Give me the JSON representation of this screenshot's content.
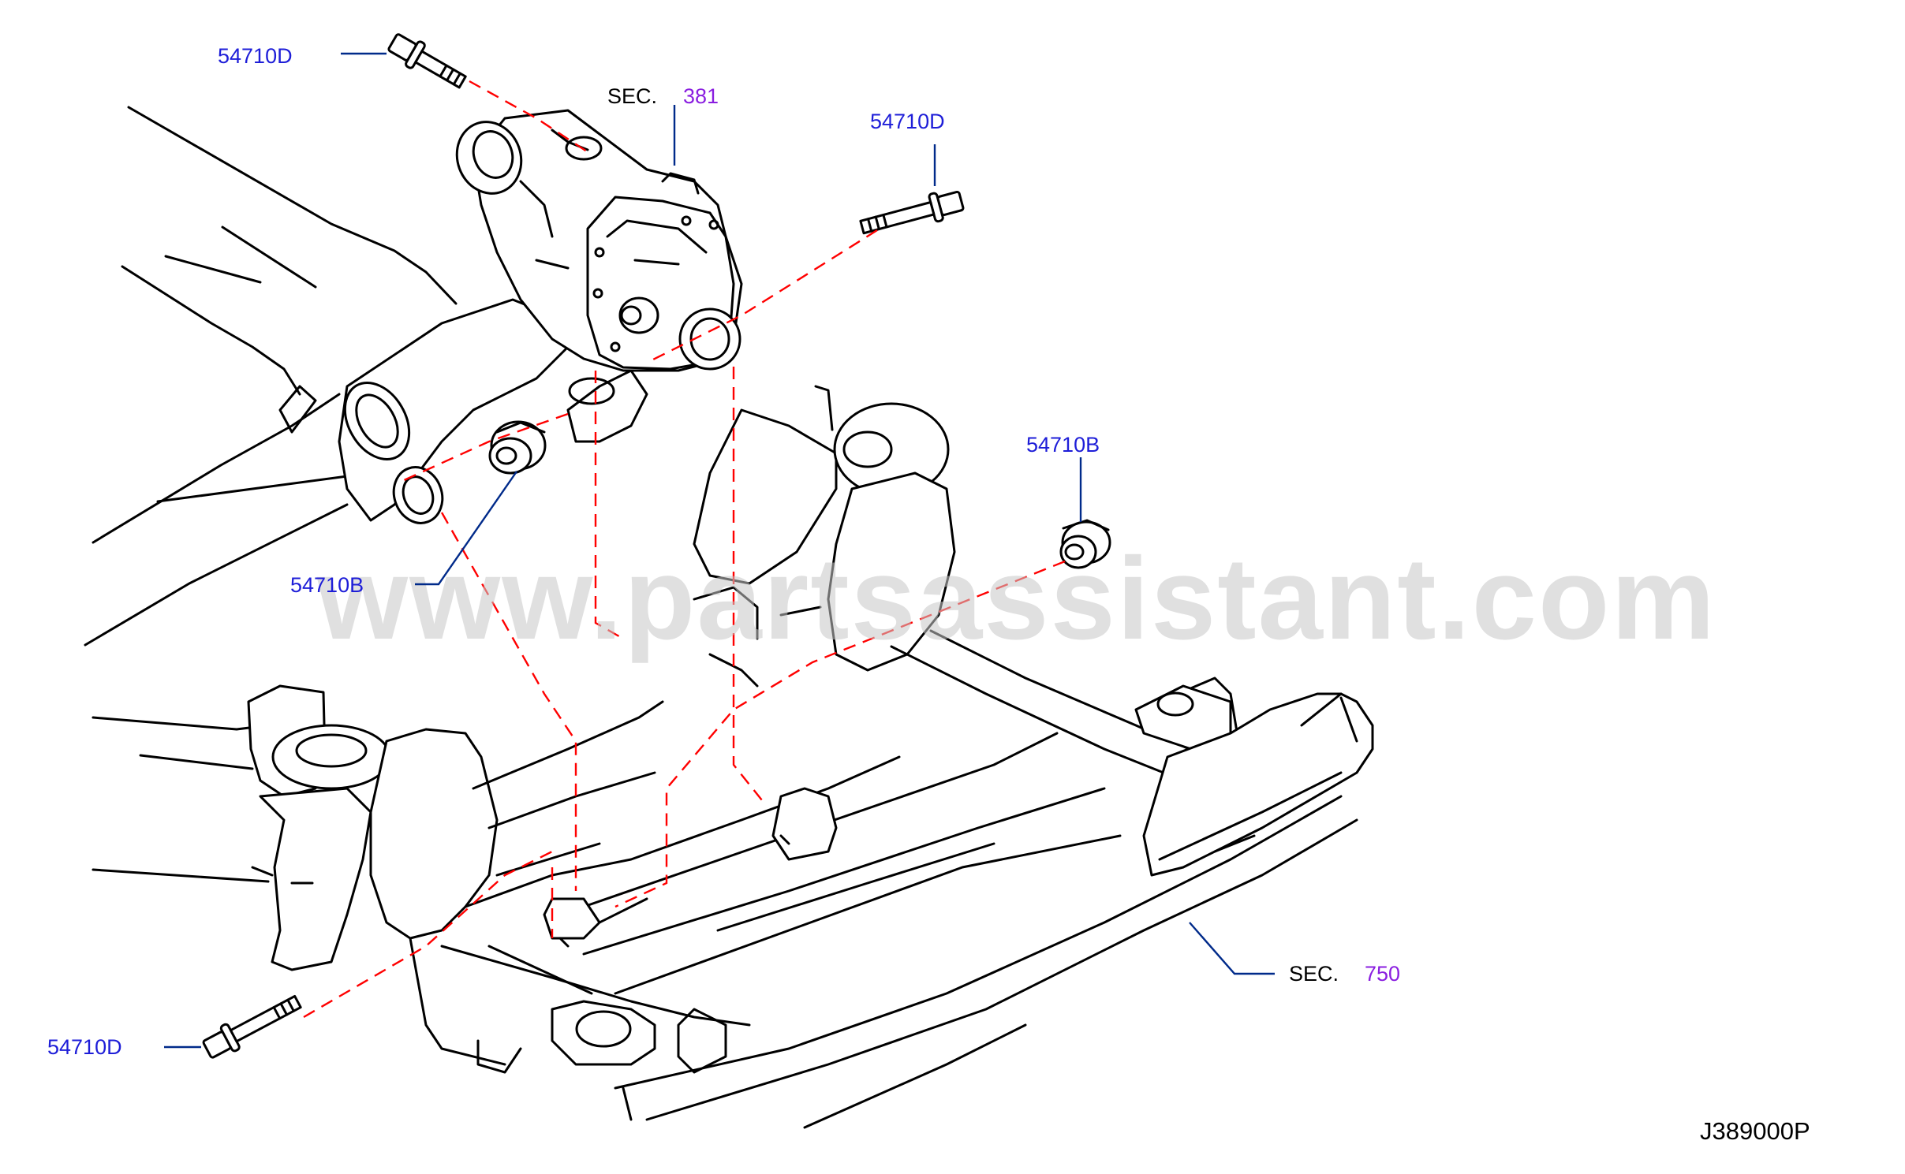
{
  "colors": {
    "part_number": "#1e1ed8",
    "section_number": "#8a1ee0",
    "section_prefix": "#000000",
    "leader_line": "#002a8a",
    "mounting_line": "#ff0000",
    "watermark": "#c8c8c8"
  },
  "watermark": "www.partsassistant.com",
  "diagram_code": "J389000P",
  "callouts": {
    "bolt_top": "54710D",
    "bolt_right": "54710D",
    "nut_left": "54710B",
    "nut_right": "54710B",
    "bolt_bottom": "54710D"
  },
  "sections": {
    "differential": {
      "prefix": "SEC.",
      "number": "381"
    },
    "crossmember": {
      "prefix": "SEC.",
      "number": "750"
    }
  }
}
